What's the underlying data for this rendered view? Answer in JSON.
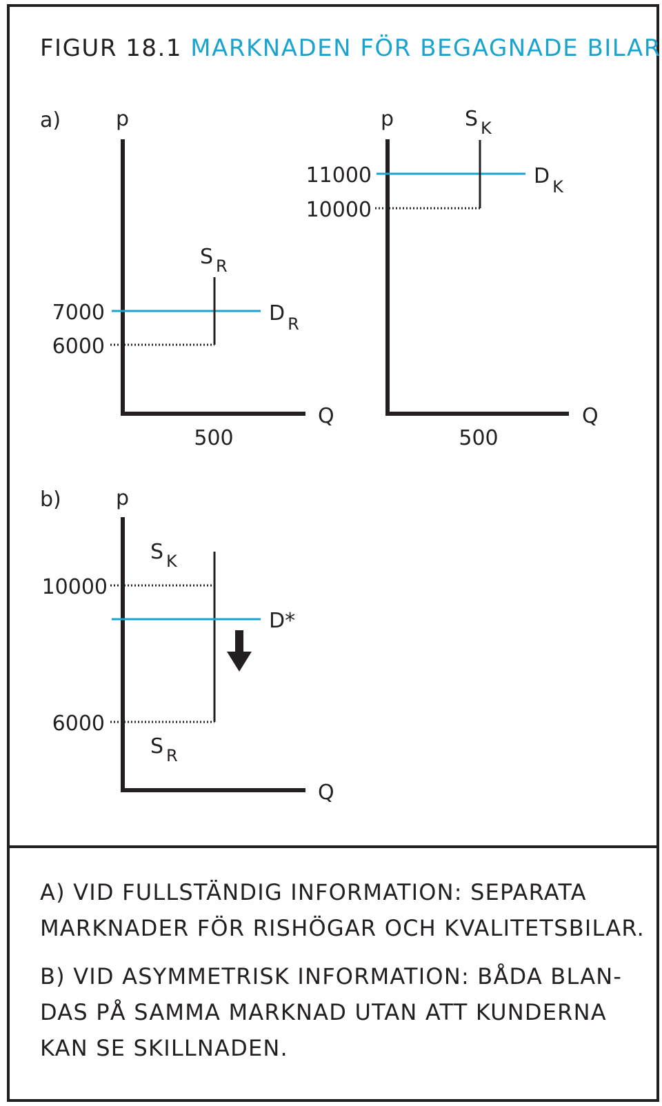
{
  "figure": {
    "number": "FIGUR 18.1",
    "title": "MARKNADEN FÖR BEGAGNADE BILAR"
  },
  "colors": {
    "accent": "#1ba3d0",
    "ink": "#231f20"
  },
  "panel_a": {
    "label": "a)",
    "left": {
      "y_axis": "p",
      "x_axis": "Q",
      "quantity": "500",
      "supply": {
        "main": "S",
        "sub": "R"
      },
      "demand": {
        "main": "D",
        "sub": "R"
      },
      "price_high": "7000",
      "price_low": "6000"
    },
    "right": {
      "y_axis": "p",
      "x_axis": "Q",
      "quantity": "500",
      "supply": {
        "main": "S",
        "sub": "K"
      },
      "demand": {
        "main": "D",
        "sub": "K"
      },
      "price_high": "11000",
      "price_low": "10000"
    }
  },
  "panel_b": {
    "label": "b)",
    "y_axis": "p",
    "x_axis": "Q",
    "supply_high": {
      "main": "S",
      "sub": "K"
    },
    "supply_low": {
      "main": "S",
      "sub": "R"
    },
    "demand": "D*",
    "price_high": "10000",
    "price_low": "6000"
  },
  "caption": {
    "line_a": "A) VID FULLSTÄNDIG INFORMATION: SEPARATA MARKNADER FÖR RISHÖGAR OCH KVALITETSBILAR.",
    "line_b": "B) VID ASYMMETRISK INFORMATION: BÅDA BLAN-DAS PÅ SAMMA MARKNAD UTAN ATT KUNDERNA KAN SE SKILLNADEN."
  }
}
